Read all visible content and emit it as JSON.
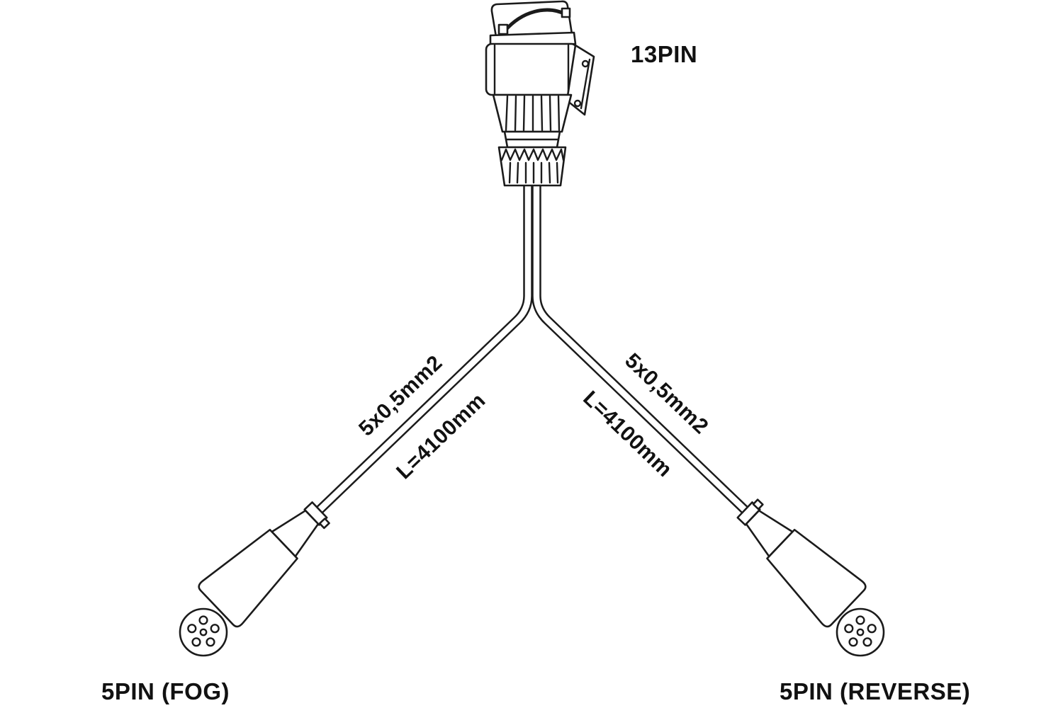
{
  "labels": {
    "top_connector": "13PIN",
    "bottom_left_connector": "5PIN (FOG)",
    "bottom_right_connector": "5PIN (REVERSE)"
  },
  "cables": {
    "left": {
      "spec": "5x0,5mm2",
      "length": "L=4100mm"
    },
    "right": {
      "spec": "5x0,5mm2",
      "length": "L=4100mm"
    }
  },
  "colors": {
    "line": "#1b1b1b",
    "background": "#ffffff"
  }
}
